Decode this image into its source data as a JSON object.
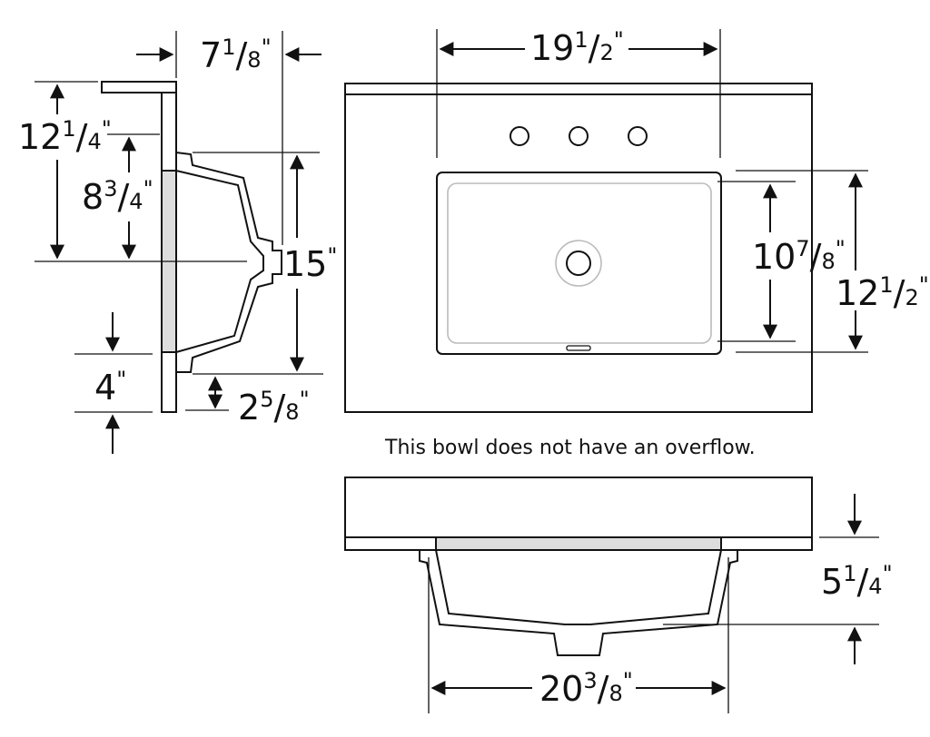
{
  "dimensions": {
    "depth_side": "7 1/8\"",
    "top_height": "12 1/4\"",
    "bowl_depth_side": "8 3/4\"",
    "front_to_back": "15\"",
    "bottom_clearance": "4\"",
    "lip_height": "2 5/8\"",
    "top_width": "19 1/2\"",
    "bowl_depth_top": "10 7/8\"",
    "overall_depth": "12 1/2\"",
    "bowl_drop": "5 1/4\"",
    "overall_width": "20 3/8\""
  },
  "labels": {
    "w7_main": "7",
    "w7_num": "1",
    "w7_den": "8",
    "h12a_main": "12",
    "h12a_num": "1",
    "h12a_den": "4",
    "h8_main": "8",
    "h8_num": "3",
    "h8_den": "4",
    "h15_main": "15",
    "h4_main": "4",
    "h2_main": "2",
    "h2_num": "5",
    "h2_den": "8",
    "w19_main": "19",
    "w19_num": "1",
    "w19_den": "2",
    "h10_main": "10",
    "h10_num": "7",
    "h10_den": "8",
    "h12b_main": "12",
    "h12b_num": "1",
    "h12b_den": "2",
    "h5_main": "5",
    "h5_num": "1",
    "h5_den": "4",
    "w20_main": "20",
    "w20_num": "3",
    "w20_den": "8",
    "inch": "\""
  },
  "note": "This bowl does not have an overflow."
}
